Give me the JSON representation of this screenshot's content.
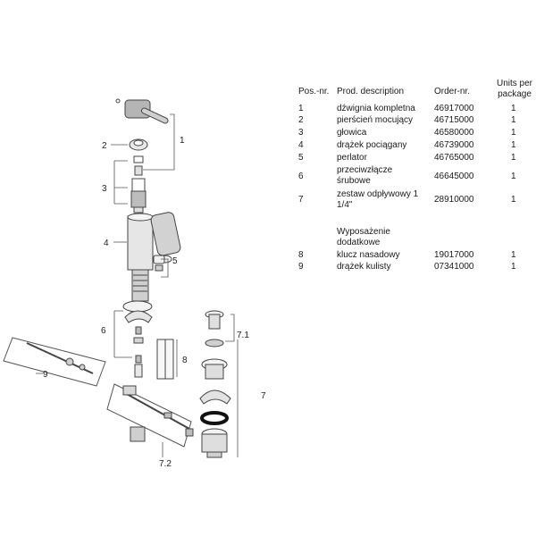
{
  "table": {
    "headers": {
      "pos": "Pos.-nr.",
      "desc": "Prod. description",
      "order": "Order-nr.",
      "units_line1": "Units per",
      "units_line2": "package"
    },
    "rows": [
      {
        "pos": "1",
        "desc": "dźwignia kompletna",
        "order": "46917000",
        "units": "1"
      },
      {
        "pos": "2",
        "desc": "pierścień mocujący",
        "order": "46715000",
        "units": "1"
      },
      {
        "pos": "3",
        "desc": "głowica",
        "order": "46580000",
        "units": "1"
      },
      {
        "pos": "4",
        "desc": "drążek pociągany",
        "order": "46739000",
        "units": "1"
      },
      {
        "pos": "5",
        "desc": "perlator",
        "order": "46765000",
        "units": "1"
      },
      {
        "pos": "6",
        "desc": "przeciwzłącze śrubowe",
        "order": "46645000",
        "units": "1"
      },
      {
        "pos": "7",
        "desc": "zestaw odpływowy 1 1/4\"",
        "order": "28910000",
        "units": "1"
      }
    ],
    "accessories_heading": "Wyposażenie dodatkowe",
    "accessories": [
      {
        "pos": "8",
        "desc": "klucz nasadowy",
        "order": "19017000",
        "units": "1"
      },
      {
        "pos": "9",
        "desc": "drążek kulisty",
        "order": "07341000",
        "units": "1"
      }
    ]
  },
  "diagram": {
    "callouts": [
      "1",
      "2",
      "3",
      "4",
      "5",
      "6",
      "7",
      "7.1",
      "7.2",
      "8",
      "9"
    ]
  }
}
